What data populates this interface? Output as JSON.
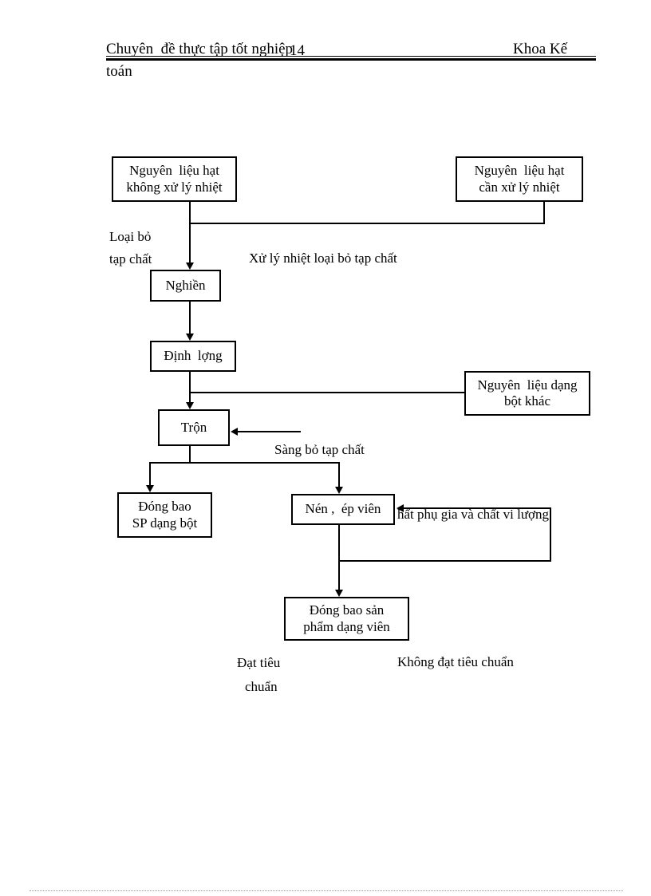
{
  "header": {
    "title_left": "Chuyên  đề thực tập tốt nghiệp",
    "page_number": "14",
    "title_right": "Khoa Kế",
    "title_wrap": "toán"
  },
  "flowchart": {
    "nodes": {
      "raw_no_heat": {
        "line1": "Nguyên  liệu hạt",
        "line2": "không xử lý nhiệt"
      },
      "raw_heat": {
        "line1": "Nguyên  liệu hạt",
        "line2": "cần xử lý nhiệt"
      },
      "grind": {
        "label": "Nghiền"
      },
      "dose": {
        "label": "Định  lợng"
      },
      "other_powder": {
        "line1": "Nguyên  liệu dạng",
        "line2": "bột khác"
      },
      "mix": {
        "label": "Trộn"
      },
      "pack_powder": {
        "line1": "Đóng bao",
        "line2": "SP dạng bột"
      },
      "press": {
        "line1": "Nén ,  ép viên"
      },
      "pack_pellet": {
        "line1": "Đóng bao sản",
        "line2": "phẩm dạng viên"
      }
    },
    "edge_labels": {
      "remove_impurity_line1": "Loại bỏ",
      "remove_impurity_line2": "tạp chất",
      "heat_treatment": "Xử lý nhiệt loại bỏ tạp chất",
      "sieve": "Sàng bỏ tạp chất",
      "additives": "hất phụ gia và chất vi lượng",
      "pass_line1": "Đạt tiêu",
      "pass_line2": "chuẩn",
      "fail": "Không đạt tiêu chuẩn"
    }
  },
  "colors": {
    "ink": "#000000",
    "paper": "#ffffff",
    "footer_dots": "#9a9a9a"
  }
}
